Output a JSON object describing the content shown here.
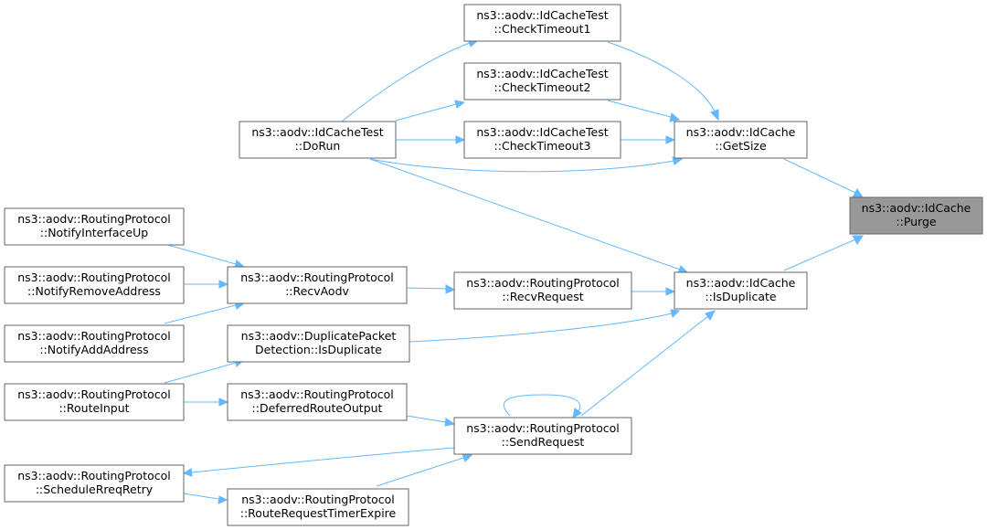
{
  "graph": {
    "title": "",
    "colors": {
      "edge": "#63b8ff",
      "node_border": "#666666",
      "current_node_fill": "#999999",
      "node_fill": "#ffffff"
    },
    "nodes": {
      "purge": {
        "line1": "ns3::aodv::IdCache",
        "line2": "::Purge"
      },
      "getsize": {
        "line1": "ns3::aodv::IdCache",
        "line2": "::GetSize"
      },
      "isduplicate": {
        "line1": "ns3::aodv::IdCache",
        "line2": "::IsDuplicate"
      },
      "checktimeout1": {
        "line1": "ns3::aodv::IdCacheTest",
        "line2": "::CheckTimeout1"
      },
      "checktimeout2": {
        "line1": "ns3::aodv::IdCacheTest",
        "line2": "::CheckTimeout2"
      },
      "checktimeout3": {
        "line1": "ns3::aodv::IdCacheTest",
        "line2": "::CheckTimeout3"
      },
      "dorun": {
        "line1": "ns3::aodv::IdCacheTest",
        "line2": "::DoRun"
      },
      "recvrequest": {
        "line1": "ns3::aodv::RoutingProtocol",
        "line2": "::RecvRequest"
      },
      "recvaodv": {
        "line1": "ns3::aodv::RoutingProtocol",
        "line2": "::RecvAodv"
      },
      "dpd_isdup": {
        "line1": "ns3::aodv::DuplicatePacket",
        "line2": "Detection::IsDuplicate"
      },
      "sendrequest": {
        "line1": "ns3::aodv::RoutingProtocol",
        "line2": "::SendRequest"
      },
      "notifyup": {
        "line1": "ns3::aodv::RoutingProtocol",
        "line2": "::NotifyInterfaceUp"
      },
      "notifyremove": {
        "line1": "ns3::aodv::RoutingProtocol",
        "line2": "::NotifyRemoveAddress"
      },
      "notifyadd": {
        "line1": "ns3::aodv::RoutingProtocol",
        "line2": "::NotifyAddAddress"
      },
      "routeinput": {
        "line1": "ns3::aodv::RoutingProtocol",
        "line2": "::RouteInput"
      },
      "deferred": {
        "line1": "ns3::aodv::RoutingProtocol",
        "line2": "::DeferredRouteOutput"
      },
      "schedretry": {
        "line1": "ns3::aodv::RoutingProtocol",
        "line2": "::ScheduleRreqRetry"
      },
      "rrtimer": {
        "line1": "ns3::aodv::RoutingProtocol",
        "line2": "::RouteRequestTimerExpire"
      }
    }
  }
}
